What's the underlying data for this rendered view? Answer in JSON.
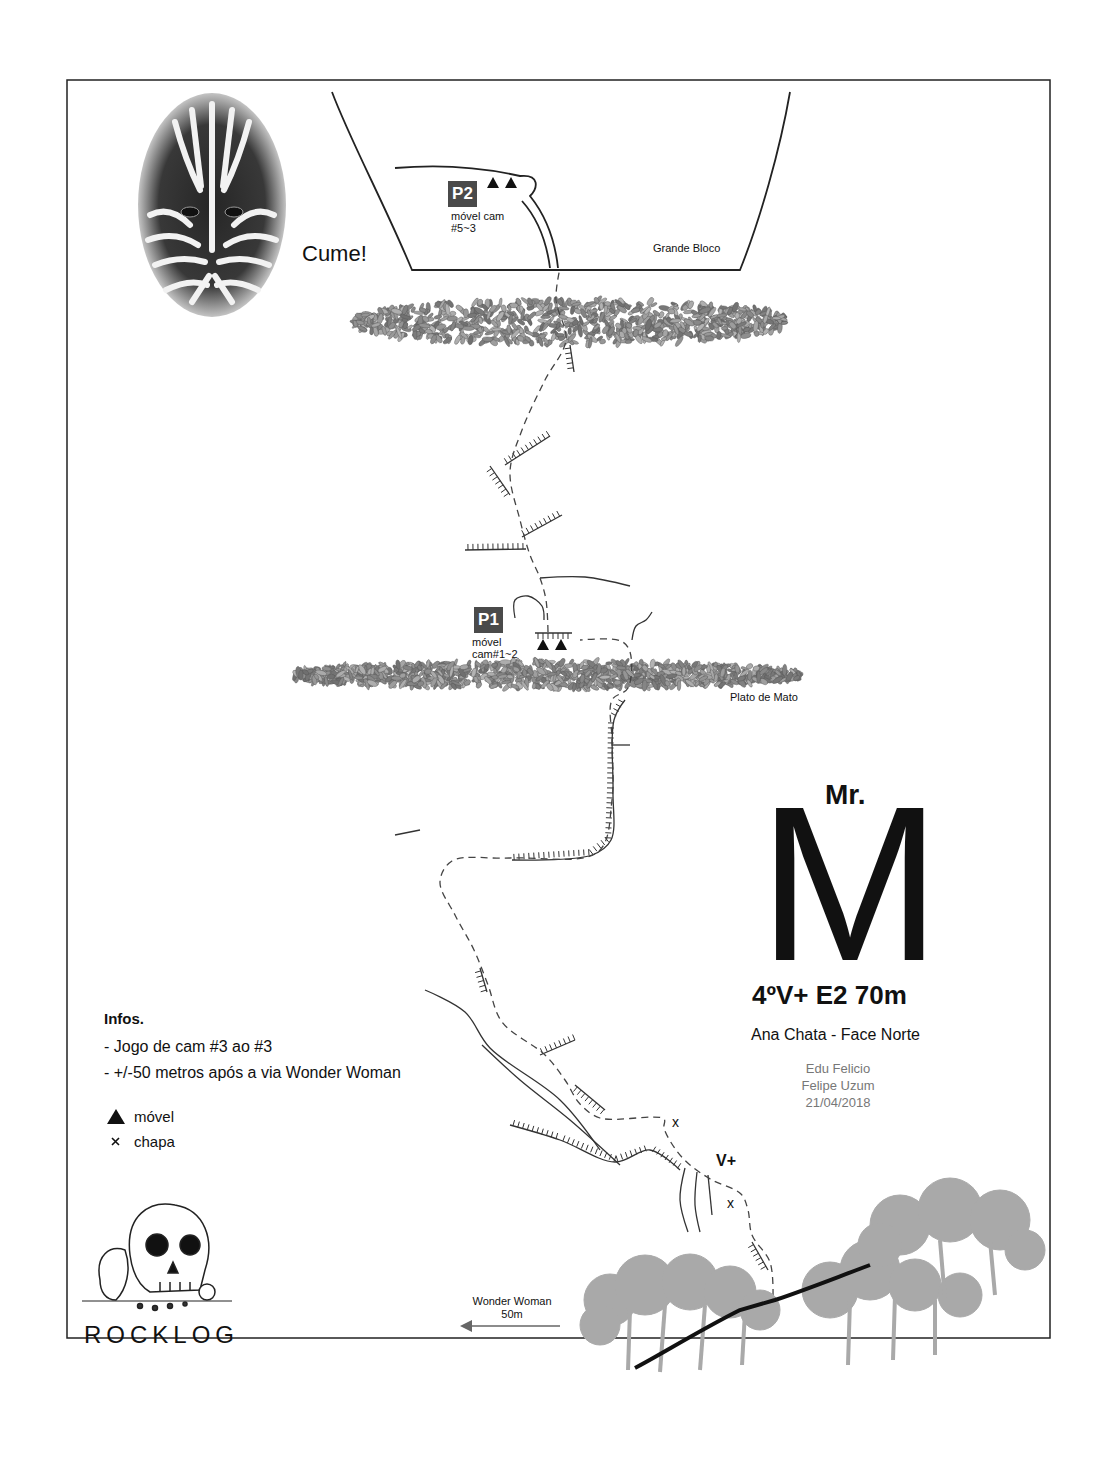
{
  "diagram": {
    "nodes": [
      {
        "text": [
          "P2",
          "móvel cam #5~3"
        ]
      },
      {
        "text": [
          "P1",
          "móvel cam#1~2"
        ]
      }
    ],
    "labels": [
      "Cume!",
      "Grande Bloco",
      "Plato de Mato",
      "Mr.",
      "M",
      "4ºV+ E2 70m",
      "Ana Chata - Face Norte",
      "Edu Felicio",
      "Felipe Uzum",
      "21/04/2018",
      "Infos.",
      "- Jogo de cam #3 ao #3",
      "- +/-50 metros após a via Wonder Woman",
      "x",
      "V+",
      "x",
      "Wonder Woman 50m",
      "ROCKLOG"
    ],
    "legend": [
      {
        "text": "móvel"
      },
      {
        "text": "chapa"
      }
    ]
  }
}
